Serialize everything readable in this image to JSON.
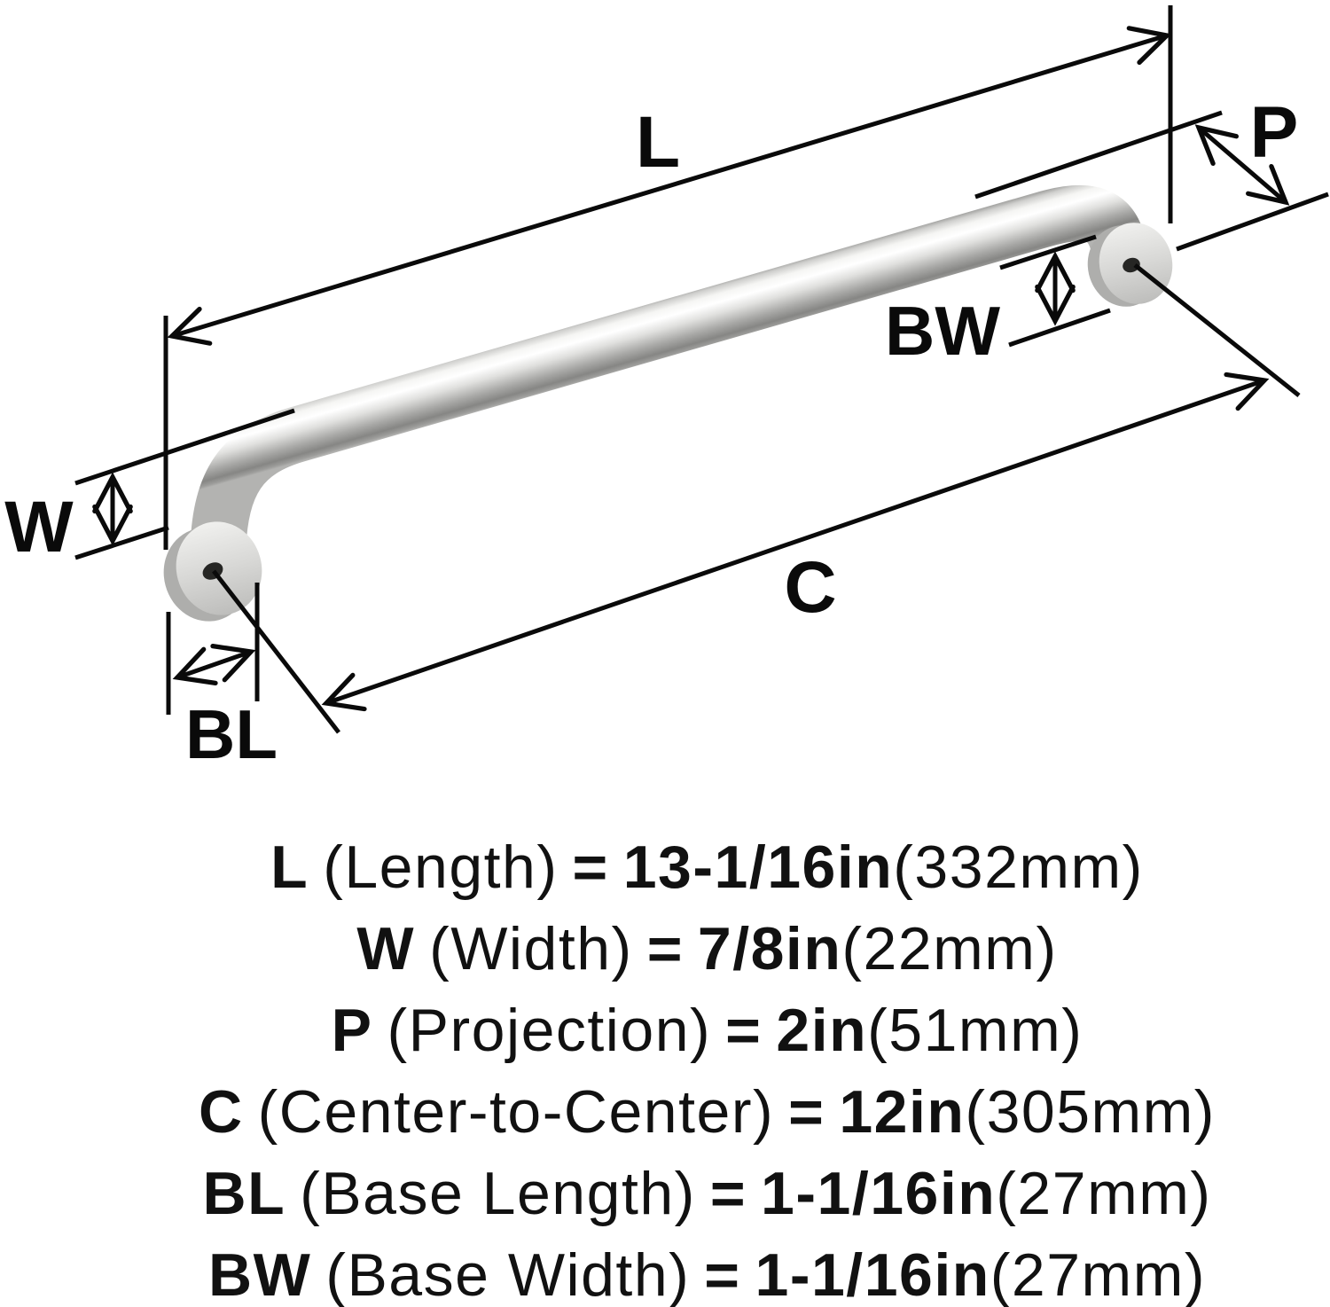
{
  "figure": {
    "type": "product-dimension-diagram",
    "product": "appliance pull handle with round bases",
    "colors": {
      "line": "#0a0a0a",
      "background": "#ffffff",
      "metal_highlight": "#ffffff",
      "metal_mid": "#c9c9c7",
      "metal_dark": "#8a8a88",
      "base_face": "#d8d8d6",
      "base_rim": "#aeaeac",
      "screw_hole": "#262624"
    },
    "dim_labels": {
      "L": "L",
      "W": "W",
      "P": "P",
      "C": "C",
      "BL": "BL",
      "BW": "BW"
    }
  },
  "specs": [
    {
      "symbol": "L",
      "name": "(Length)",
      "eq": "=",
      "value": "13-1/16in",
      "metric": "(332mm)"
    },
    {
      "symbol": "W",
      "name": "(Width)",
      "eq": "=",
      "value": "7/8in",
      "metric": "(22mm)"
    },
    {
      "symbol": "P",
      "name": "(Projection)",
      "eq": "=",
      "value": "2in",
      "metric": "(51mm)"
    },
    {
      "symbol": "C",
      "name": "(Center-to-Center)",
      "eq": "=",
      "value": "12in",
      "metric": "(305mm)"
    },
    {
      "symbol": "BL",
      "name": "(Base Length)",
      "eq": "=",
      "value": "1-1/16in",
      "metric": "(27mm)"
    },
    {
      "symbol": "BW",
      "name": "(Base Width)",
      "eq": "=",
      "value": "1-1/16in",
      "metric": "(27mm)"
    }
  ]
}
